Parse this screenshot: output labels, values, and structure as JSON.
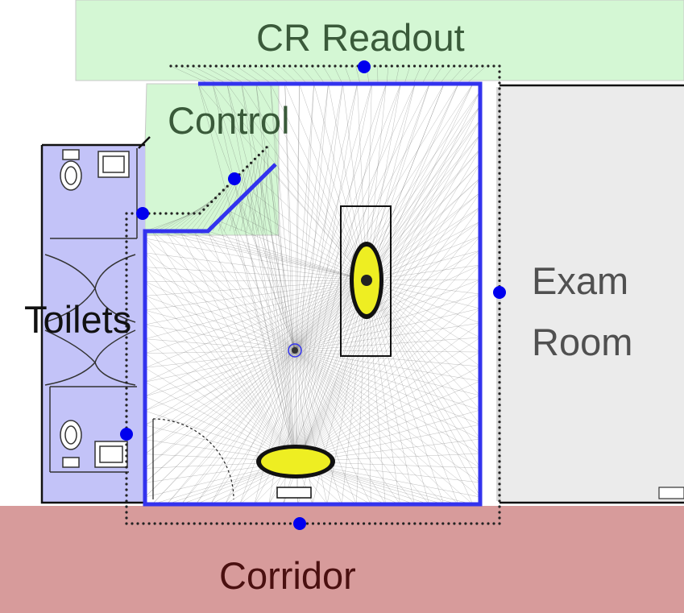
{
  "rooms": {
    "cr_readout": {
      "label": "CR Readout",
      "fill": "#d4f7d4",
      "text_color": "#3a5a3a"
    },
    "control": {
      "label": "Control",
      "fill": "#d4f7d4",
      "text_color": "#3a5a3a"
    },
    "toilets": {
      "label": "Toilets",
      "fill": "#c3c3f8",
      "text_color": "#111111"
    },
    "exam_room": {
      "label_line1": "Exam",
      "label_line2": "Room",
      "fill": "#ebebeb",
      "text_color": "#505050"
    },
    "corridor": {
      "label": "Corridor",
      "fill": "#d79b9b",
      "text_color": "#4a1010"
    }
  },
  "colors": {
    "shield_wall": "#3333ee",
    "calc_point": "#0000ee",
    "source_fill": "#eeee22",
    "ray_line": "#555555"
  },
  "icons": {
    "toilet": "toilet-icon",
    "sink": "sink-icon",
    "door": "door-swing-icon",
    "calc_point": "calculation-point-icon",
    "source": "radiation-source-icon"
  }
}
